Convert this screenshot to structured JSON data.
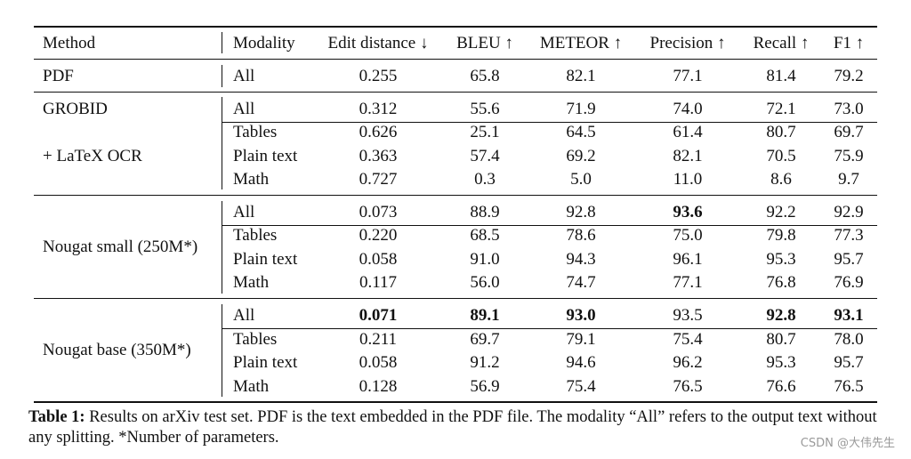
{
  "table": {
    "headers": {
      "method": "Method",
      "modality": "Modality",
      "edit_distance": "Edit distance ↓",
      "bleu": "BLEU ↑",
      "meteor": "METEOR ↑",
      "precision": "Precision ↑",
      "recall": "Recall ↑",
      "f1": "F1 ↑"
    },
    "groups": {
      "pdf": {
        "method": "PDF",
        "rows": [
          [
            "All",
            "0.255",
            "65.8",
            "82.1",
            "77.1",
            "81.4",
            "79.2"
          ]
        ]
      },
      "grobid": {
        "method_line1": "GROBID",
        "method_line2": "+ LaTeX OCR",
        "rows": [
          [
            "All",
            "0.312",
            "55.6",
            "71.9",
            "74.0",
            "72.1",
            "73.0"
          ],
          [
            "Tables",
            "0.626",
            "25.1",
            "64.5",
            "61.4",
            "80.7",
            "69.7"
          ],
          [
            "Plain text",
            "0.363",
            "57.4",
            "69.2",
            "82.1",
            "70.5",
            "75.9"
          ],
          [
            "Math",
            "0.727",
            "0.3",
            "5.0",
            "11.0",
            "8.6",
            "9.7"
          ]
        ]
      },
      "small": {
        "method": "Nougat small (250M*)",
        "rows": [
          [
            "All",
            "0.073",
            "88.9",
            "92.8",
            "93.6",
            "92.2",
            "92.9"
          ],
          [
            "Tables",
            "0.220",
            "68.5",
            "78.6",
            "75.0",
            "79.8",
            "77.3"
          ],
          [
            "Plain text",
            "0.058",
            "91.0",
            "94.3",
            "96.1",
            "95.3",
            "95.7"
          ],
          [
            "Math",
            "0.117",
            "56.0",
            "74.7",
            "77.1",
            "76.8",
            "76.9"
          ]
        ]
      },
      "base": {
        "method": "Nougat base (350M*)",
        "rows": [
          [
            "All",
            "0.071",
            "89.1",
            "93.0",
            "93.5",
            "92.8",
            "93.1"
          ],
          [
            "Tables",
            "0.211",
            "69.7",
            "79.1",
            "75.4",
            "80.7",
            "78.0"
          ],
          [
            "Plain text",
            "0.058",
            "91.2",
            "94.6",
            "96.2",
            "95.3",
            "95.7"
          ],
          [
            "Math",
            "0.128",
            "56.9",
            "75.4",
            "76.5",
            "76.6",
            "76.5"
          ]
        ]
      }
    }
  },
  "caption": {
    "label": "Table 1:",
    "text": " Results on arXiv test set. PDF is the text embedded in the PDF file. The modality “All” refers to the output text without any splitting. *Number of parameters."
  },
  "watermark": "CSDN @大伟先生"
}
